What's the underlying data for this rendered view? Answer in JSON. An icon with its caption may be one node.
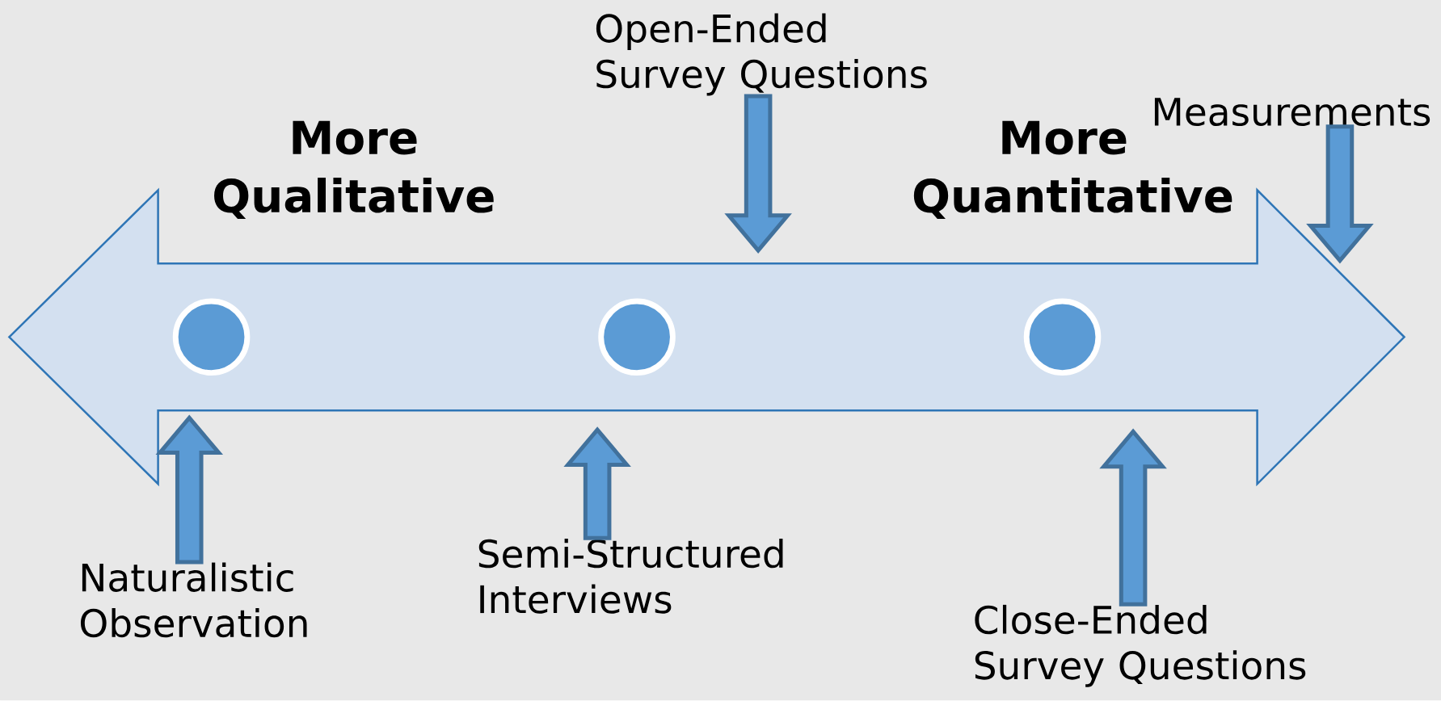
{
  "diagram": {
    "nodes": [
      {
        "text": [],
        "shape": "arrow"
      },
      {
        "text": [],
        "shape": "circle",
        "in": 0
      },
      {
        "text": [],
        "shape": "circle",
        "in": 0
      },
      {
        "text": [],
        "shape": "circle",
        "in": 0
      },
      {
        "text": [
          "Open-Ended Survey Questions"
        ]
      },
      {
        "text": [
          "Measurements"
        ]
      },
      {
        "text": [
          "Naturalistic Observation"
        ]
      },
      {
        "text": [
          "Semi-Structured Interviews"
        ]
      },
      {
        "text": [
          "Close-Ended Survey Questions"
        ]
      }
    ],
    "edges": [
      {
        "from": 4,
        "to": null,
        "arrow": "to"
      },
      {
        "from": 5,
        "to": null,
        "arrow": "to"
      },
      {
        "from": 6,
        "to": null,
        "arrow": "to"
      },
      {
        "from": 7,
        "to": null,
        "arrow": "to"
      },
      {
        "from": 8,
        "to": null,
        "arrow": "to"
      }
    ],
    "labels": [
      "More Qualitative",
      "More Quantitative"
    ]
  }
}
